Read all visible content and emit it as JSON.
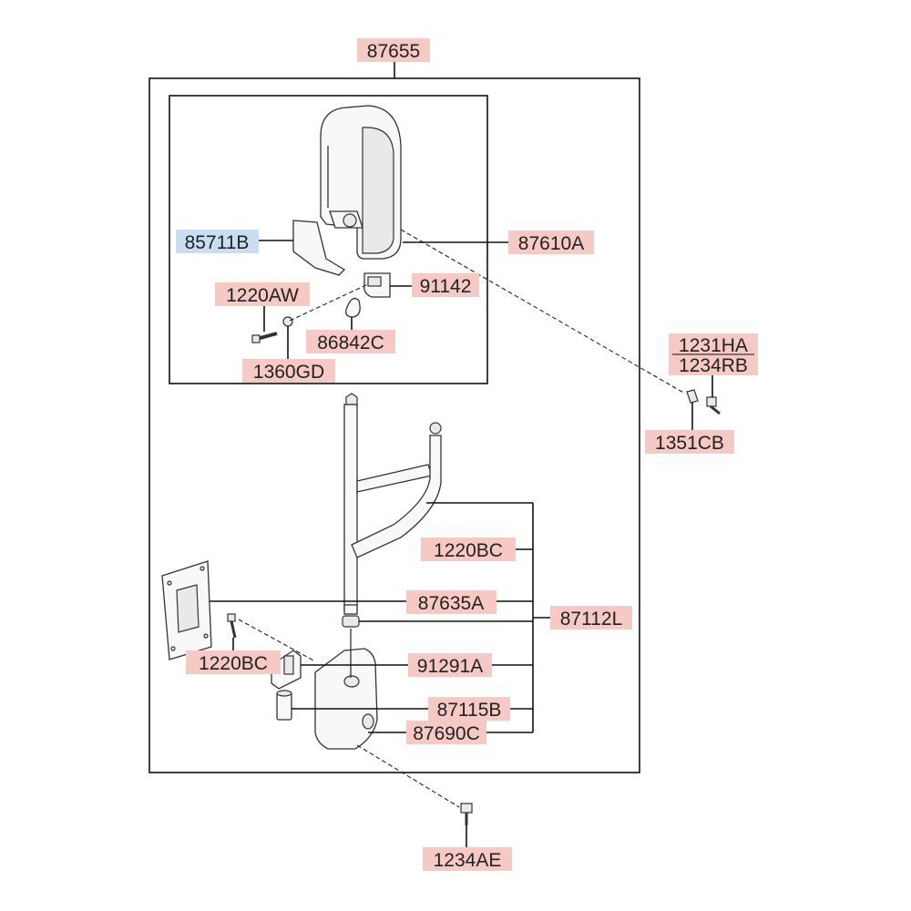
{
  "labels": {
    "assembly": "87655",
    "cover": "85711B",
    "mirror_head": "87610A",
    "screw_1220aw": "1220AW",
    "bracket_91142": "91142",
    "cap_86842c": "86842C",
    "washer_1360gd": "1360GD",
    "bolt_1231ha": "1231HA",
    "bolt_1234rb": "1234RB",
    "nut_1351cb": "1351CB",
    "bolt_1220bc_upper": "1220BC",
    "gasket_87635a": "87635A",
    "stay_87112l": "87112L",
    "bolt_1220bc_lower": "1220BC",
    "bracket_91291a": "91291A",
    "bushing_87115b": "87115B",
    "base_87690c": "87690C",
    "bolt_1234ae": "1234AE"
  },
  "colors": {
    "label_bg": "#f6c9c4",
    "label_bg_selected": "#c9def3",
    "line": "#111111"
  }
}
